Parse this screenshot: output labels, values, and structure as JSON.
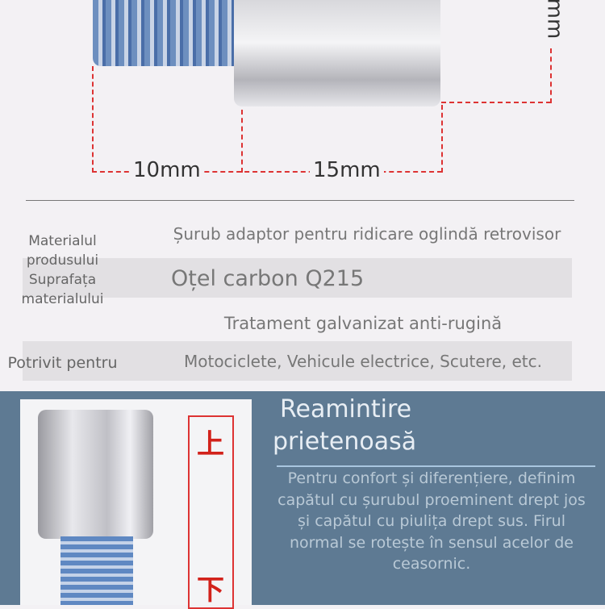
{
  "dimensions": {
    "top_unit": "mm",
    "thread_length": "10mm",
    "body_length": "15mm"
  },
  "specs": [
    {
      "label": "Materialul produsului",
      "value": "Șurub adaptor pentru ridicare oglindă retrovisor"
    },
    {
      "label": "Suprafața materialului",
      "value": "Oțel carbon Q215"
    },
    {
      "label": "",
      "value": "Tratament galvanizat anti-rugină"
    },
    {
      "label": "Potrivit pentru",
      "value": "Motociclete, Vehicule electrice, Scutere, etc."
    }
  ],
  "reminder": {
    "title_line1": "Reamintire",
    "title_line2": "prietenoasă",
    "text": "Pentru confort și diferențiere, definim capătul cu șurubul proeminent drept jos și capătul cu piulița drept sus. Firul normal se rotește în sensul acelor de ceasornic.",
    "up_mark": "上",
    "down_mark": "下"
  },
  "colors": {
    "accent_red": "#d33",
    "panel": "#5e7a93"
  }
}
